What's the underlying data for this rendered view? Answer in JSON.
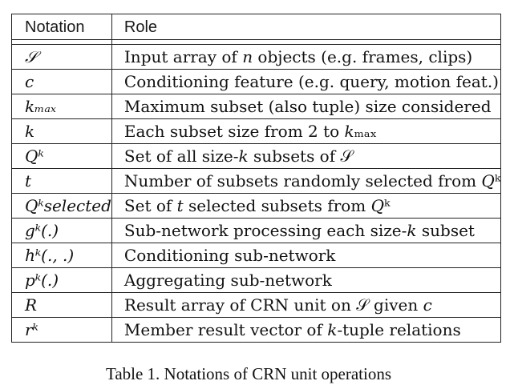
{
  "table": {
    "header": {
      "notation": "Notation",
      "role": "Role"
    },
    "rows": [
      {
        "notation": "𝒮",
        "role": "Input array of 𝑛 objects (e.g. frames, clips)"
      },
      {
        "notation": "𝑐",
        "role": "Conditioning feature (e.g. query, motion feat.)"
      },
      {
        "notation": "𝑘ₘₐₓ",
        "role": "Maximum subset (also tuple) size considered"
      },
      {
        "notation": "𝑘",
        "role": "Each subset size from 2 to 𝑘ₘₐₓ"
      },
      {
        "notation": "𝑄ᵏ",
        "role": "Set of all size-𝑘 subsets of 𝒮"
      },
      {
        "notation": "𝑡",
        "role": "Number of subsets randomly selected from 𝑄ᵏ"
      },
      {
        "notation": "𝑄ᵏselected",
        "role": "Set of 𝑡 selected subsets from 𝑄ᵏ"
      },
      {
        "notation": "𝑔ᵏ(.)",
        "role": "Sub-network processing each size-𝑘 subset"
      },
      {
        "notation": "ℎᵏ(., .)",
        "role": "Conditioning sub-network"
      },
      {
        "notation": "𝑝ᵏ(.)",
        "role": "Aggregating sub-network"
      },
      {
        "notation": "𝑅",
        "role": "Result array of CRN unit on 𝒮 given 𝑐"
      },
      {
        "notation": "𝑟ᵏ",
        "role": "Member result vector of 𝑘-tuple relations"
      }
    ]
  },
  "caption": "Table 1. Notations of CRN unit operations"
}
